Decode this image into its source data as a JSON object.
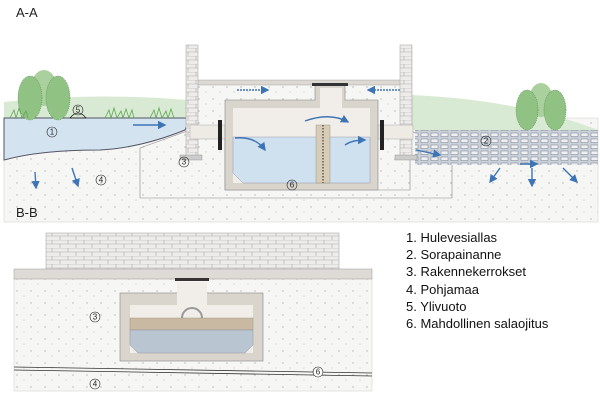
{
  "sections": {
    "a_a": {
      "title": "A-A",
      "markers": [
        "1",
        "2",
        "3",
        "4",
        "5",
        "6"
      ]
    },
    "b_b": {
      "title": "B-B",
      "markers": [
        "3",
        "4",
        "6"
      ]
    }
  },
  "legend": [
    "1. Hulevesiallas",
    "2. Sorapainanne",
    "3. Rakennekerrokset",
    "4. Pohjamaa",
    "5. Ylivuoto",
    "6. Mahdollinen salaojitus"
  ],
  "colors": {
    "grass": "#d8ead3",
    "tree": "#8fc283",
    "water": "#d3e3f0",
    "arrow": "#3d74b5",
    "concrete": "#ddd8d0",
    "fill": "#f4f4f2",
    "gravel": "#a9b6c4"
  }
}
